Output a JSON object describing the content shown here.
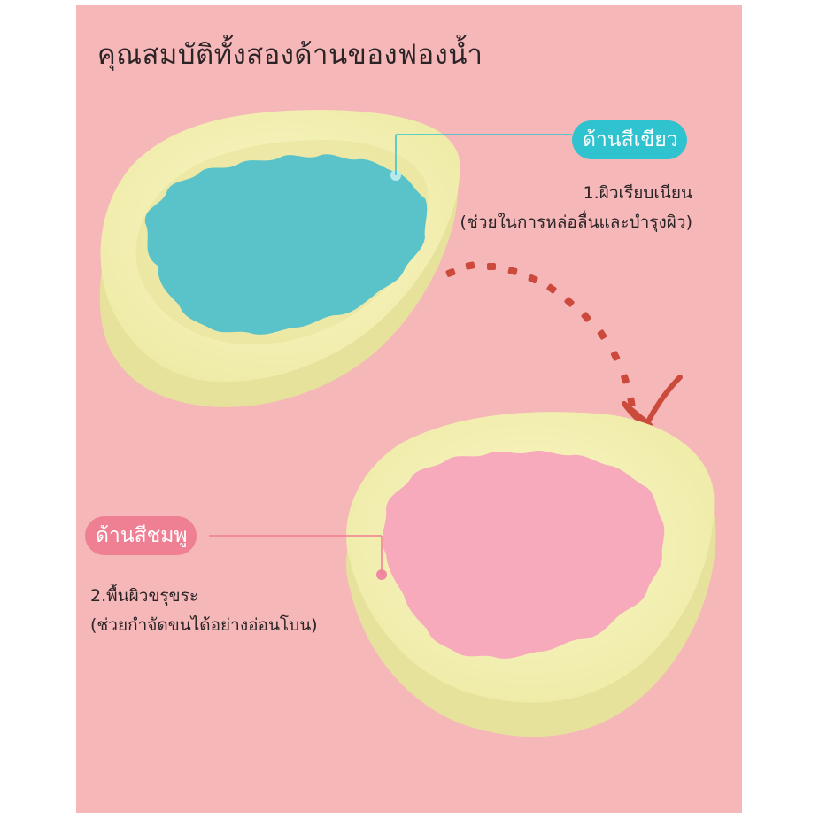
{
  "title": "คุณสมบัติทั้งสองด้านของฟองน้ำ",
  "green_side": {
    "label": "ด้านสีเขียว",
    "line1": "1.ผิวเรียบเนียน",
    "line2": "(ช่วยในการหล่อลื่นและบำรุงผิว)"
  },
  "pink_side": {
    "label": "ด้านสีชมพู",
    "line1": "2.พื้นผิวขรุขระ",
    "line2": "(ช่วยกำจัดขนได้อย่างอ่อนโบน)"
  },
  "colors": {
    "background": "#f6b7b9",
    "sponge_base": "#f4f1b6",
    "green_face": "#5ac3c9",
    "pink_face": "#f6aabb",
    "green_accent": "#2ec3cf",
    "pink_accent": "#ef7f93",
    "arrow": "#cc4a3b"
  }
}
